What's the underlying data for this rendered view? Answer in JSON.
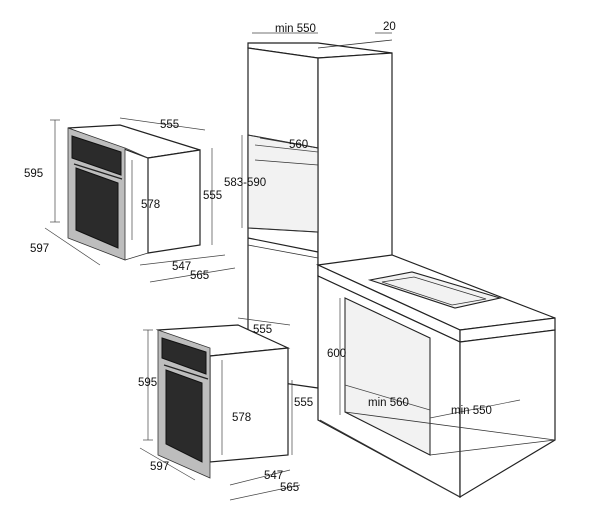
{
  "labels": {
    "oven_top": {
      "height_overall": "595",
      "width_front": "597",
      "depth_body": "555",
      "inner_height": "578",
      "height_side": "555",
      "depth_547": "547",
      "depth_565": "565"
    },
    "oven_bottom": {
      "width_top": "555",
      "height_overall": "595",
      "inner_height": "578",
      "width_front": "597",
      "depth_547": "547",
      "depth_565": "565"
    },
    "column": {
      "min_width": "min 550",
      "gap": "20",
      "niche_width": "560",
      "niche_height": "583-590",
      "side_depth": "555"
    },
    "base_unit": {
      "height": "600",
      "min_width": "min 560",
      "min_depth": "min 550"
    }
  }
}
